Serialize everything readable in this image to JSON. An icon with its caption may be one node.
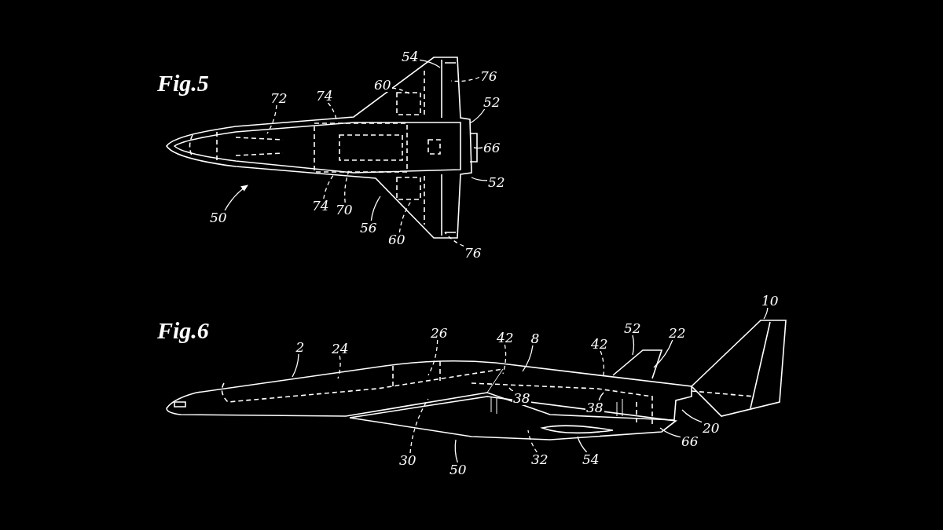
{
  "diagram": {
    "nodes": [
      {
        "text": [
          "54"
        ]
      },
      {
        "text": [
          "76"
        ]
      },
      {
        "text": [
          "72"
        ]
      },
      {
        "text": [
          "74"
        ]
      },
      {
        "text": [
          "60"
        ]
      },
      {
        "text": [
          "52"
        ]
      },
      {
        "text": [
          "66"
        ]
      },
      {
        "text": [
          "52"
        ]
      },
      {
        "text": [
          "50"
        ]
      },
      {
        "text": [
          "74"
        ]
      },
      {
        "text": [
          "70"
        ]
      },
      {
        "text": [
          "56"
        ]
      },
      {
        "text": [
          "60"
        ]
      },
      {
        "text": [
          "76"
        ]
      },
      {
        "text": [
          "2"
        ]
      },
      {
        "text": [
          "24"
        ]
      },
      {
        "text": [
          "26"
        ]
      },
      {
        "text": [
          "42"
        ]
      },
      {
        "text": [
          "8"
        ]
      },
      {
        "text": [
          "52"
        ]
      },
      {
        "text": [
          "42"
        ]
      },
      {
        "text": [
          "22"
        ]
      },
      {
        "text": [
          "10"
        ]
      },
      {
        "text": [
          "38"
        ]
      },
      {
        "text": [
          "38"
        ]
      },
      {
        "text": [
          "20"
        ]
      },
      {
        "text": [
          "66"
        ]
      },
      {
        "text": [
          "30"
        ]
      },
      {
        "text": [
          "50"
        ]
      },
      {
        "text": [
          "32"
        ]
      },
      {
        "text": [
          "54"
        ]
      }
    ],
    "edges": [
      {
        "from": 0,
        "to": null,
        "arrow": "none"
      },
      {
        "from": 1,
        "to": null,
        "arrow": "none",
        "style": "dashed"
      },
      {
        "from": 2,
        "to": null,
        "arrow": "none",
        "style": "dashed"
      },
      {
        "from": 3,
        "to": null,
        "arrow": "none",
        "style": "dashed"
      },
      {
        "from": 4,
        "to": null,
        "arrow": "none",
        "style": "dashed"
      },
      {
        "from": 5,
        "to": null,
        "arrow": "none"
      },
      {
        "from": 6,
        "to": null,
        "arrow": "none"
      },
      {
        "from": 7,
        "to": null,
        "arrow": "none"
      },
      {
        "from": 8,
        "to": null,
        "arrow": "to"
      },
      {
        "from": 9,
        "to": null,
        "arrow": "none",
        "style": "dashed"
      },
      {
        "from": 10,
        "to": null,
        "arrow": "none",
        "style": "dashed"
      },
      {
        "from": 11,
        "to": null,
        "arrow": "none"
      },
      {
        "from": 12,
        "to": null,
        "arrow": "none",
        "style": "dashed"
      },
      {
        "from": 13,
        "to": null,
        "arrow": "none",
        "style": "dashed"
      },
      {
        "from": 14,
        "to": null,
        "arrow": "none"
      },
      {
        "from": 15,
        "to": null,
        "arrow": "none",
        "style": "dashed"
      },
      {
        "from": 16,
        "to": null,
        "arrow": "none",
        "style": "dashed"
      },
      {
        "from": 17,
        "to": null,
        "arrow": "none",
        "style": "dashed"
      },
      {
        "from": 18,
        "to": null,
        "arrow": "none"
      },
      {
        "from": 19,
        "to": null,
        "arrow": "none"
      },
      {
        "from": 20,
        "to": null,
        "arrow": "none",
        "style": "dashed"
      },
      {
        "from": 21,
        "to": null,
        "arrow": "none"
      },
      {
        "from": 22,
        "to": null,
        "arrow": "none"
      },
      {
        "from": 23,
        "to": null,
        "arrow": "none"
      },
      {
        "from": 24,
        "to": null,
        "arrow": "none"
      },
      {
        "from": 25,
        "to": null,
        "arrow": "none"
      },
      {
        "from": 26,
        "to": null,
        "arrow": "none"
      },
      {
        "from": 27,
        "to": null,
        "arrow": "none",
        "style": "dashed"
      },
      {
        "from": 28,
        "to": null,
        "arrow": "none"
      },
      {
        "from": 29,
        "to": null,
        "arrow": "none",
        "style": "dashed"
      },
      {
        "from": 30,
        "to": null,
        "arrow": "none"
      }
    ],
    "labels": [
      "Fig.5",
      "Fig.6"
    ]
  }
}
